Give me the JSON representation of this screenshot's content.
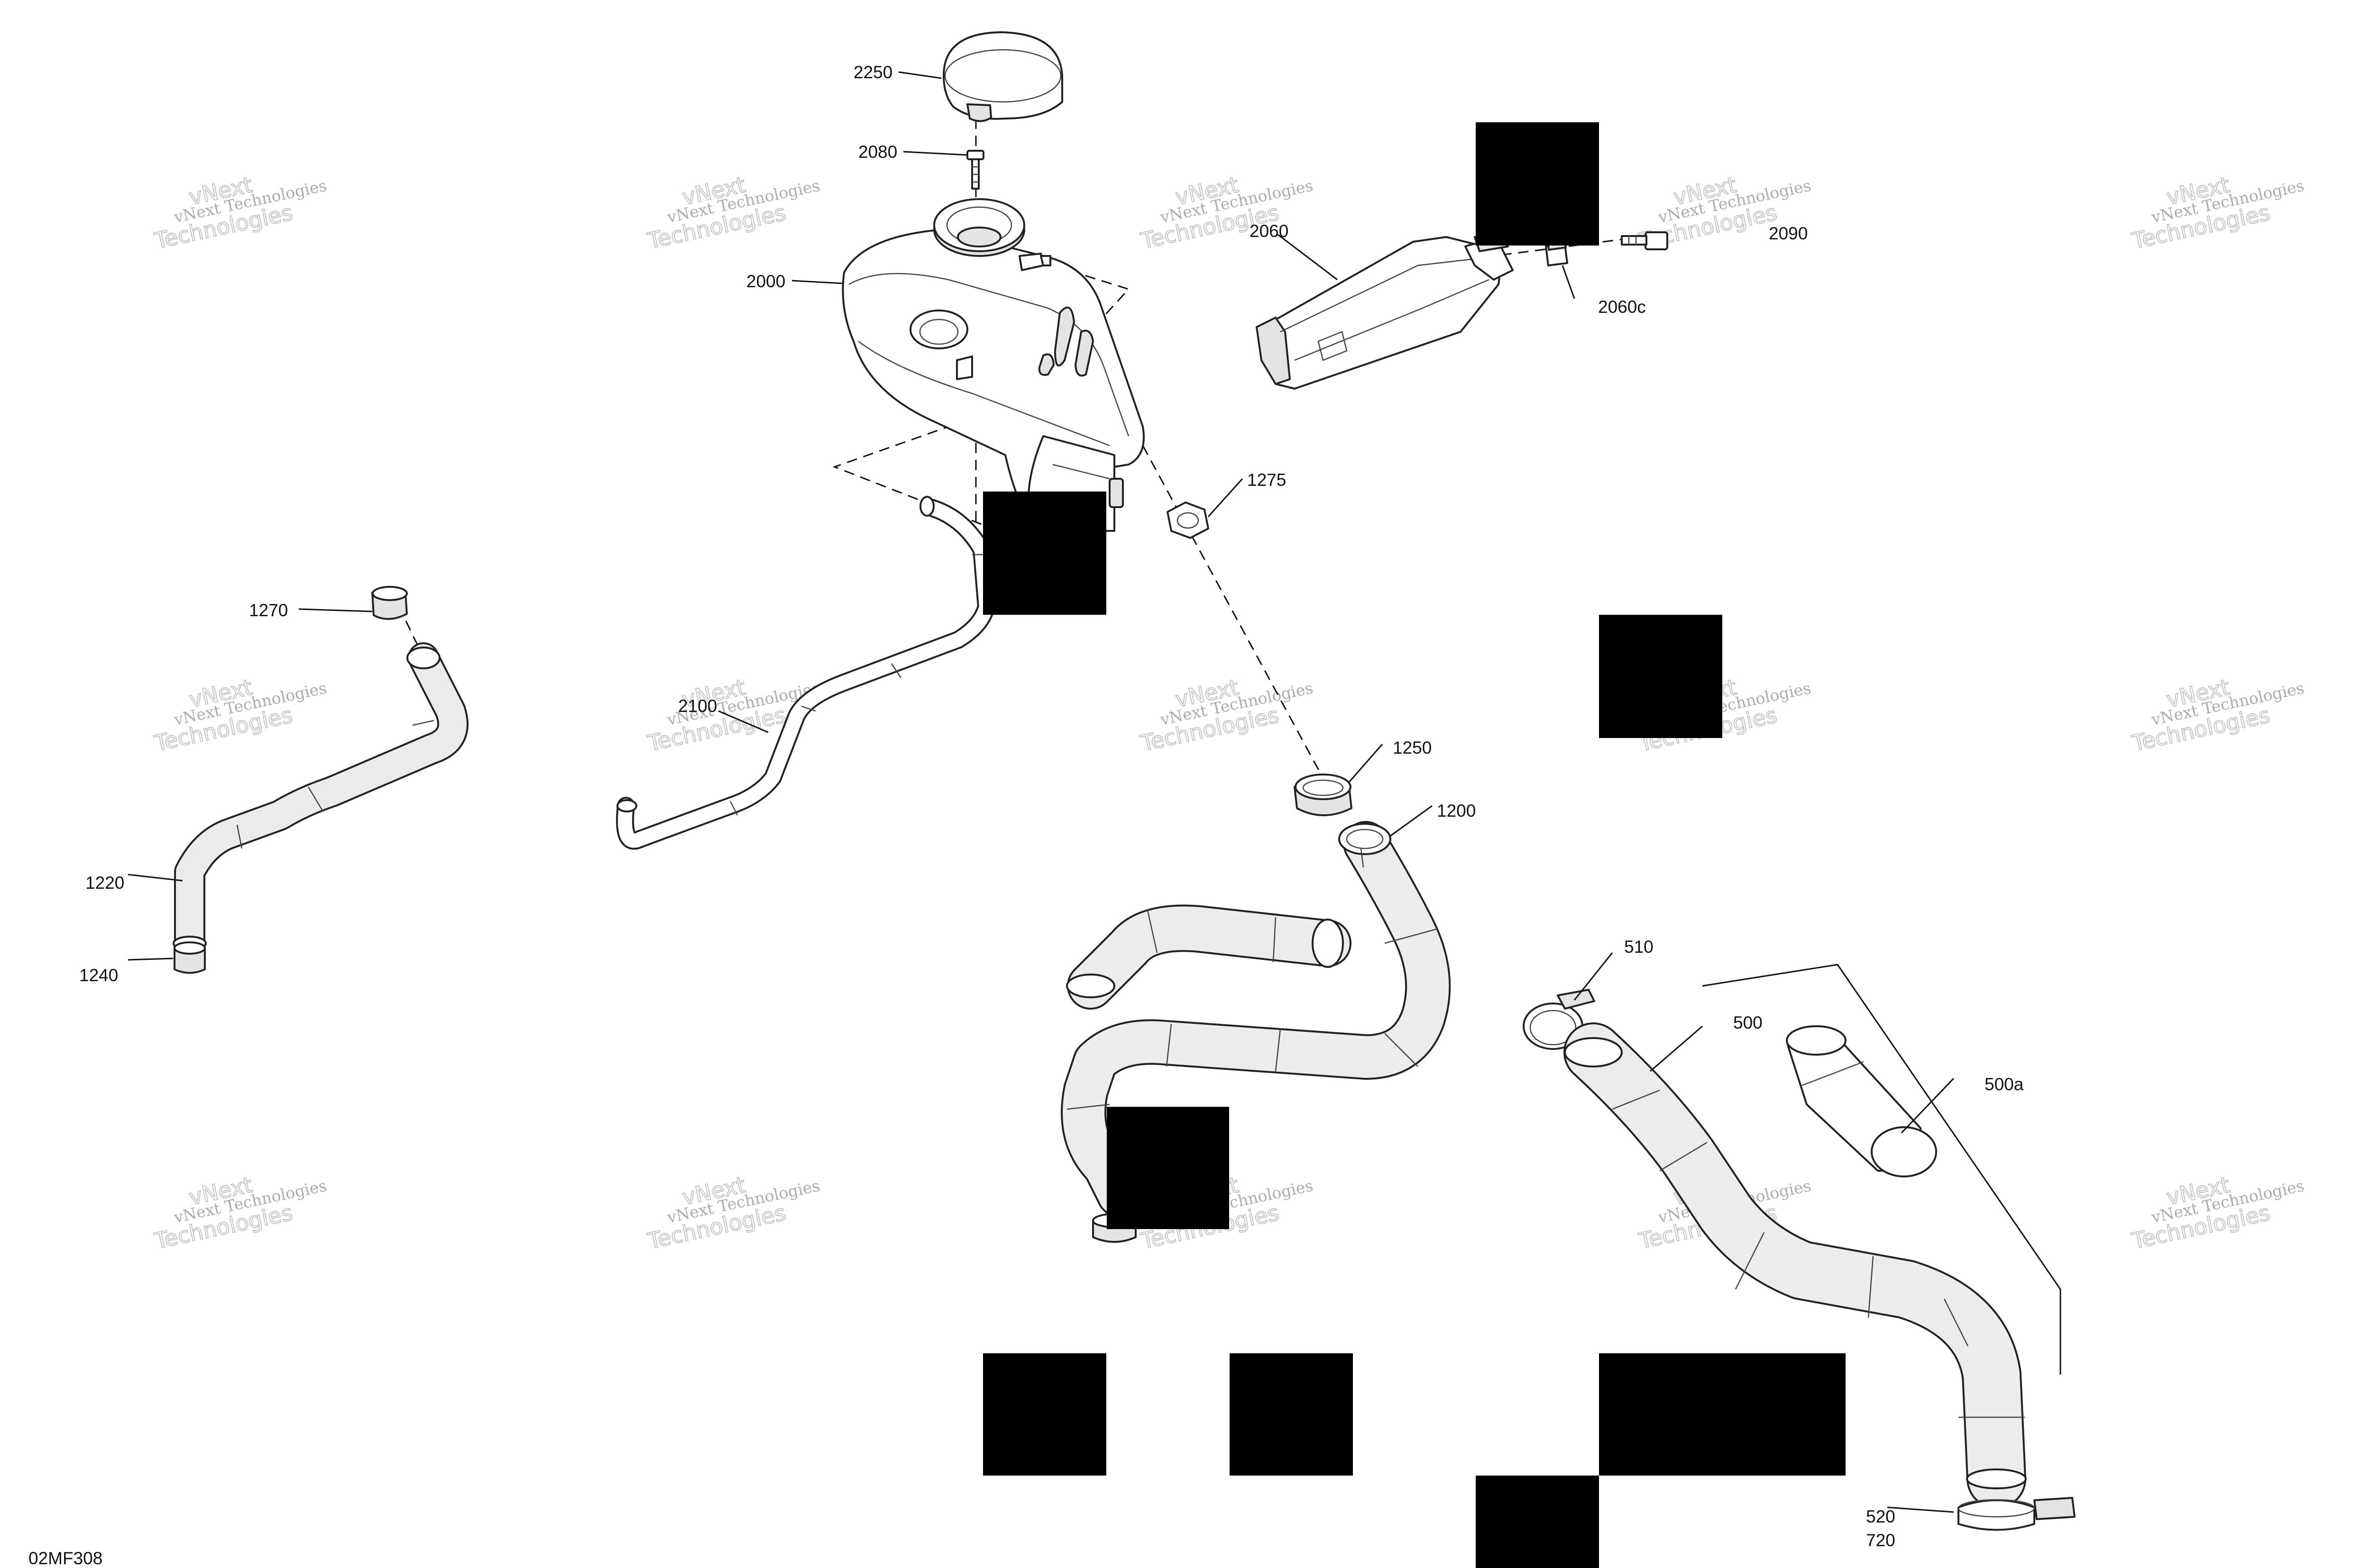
{
  "diagram": {
    "figure_code": "02MF308",
    "watermark": {
      "line1": "vNext Technologies",
      "line2": "vNext",
      "line3": "Technologies"
    },
    "callouts": {
      "c2250": "2250",
      "c2080": "2080",
      "c2000": "2000",
      "c2060": "2060",
      "c2090": "2090",
      "c2060c": "2060c",
      "c1275": "1275",
      "c1270": "1270",
      "c2100": "2100",
      "c1250": "1250",
      "c1200": "1200",
      "c1220": "1220",
      "c1240": "1240",
      "c510": "510",
      "c500": "500",
      "c500a": "500a",
      "c520": "520",
      "c720": "720"
    },
    "colors": {
      "line": "#222222",
      "hose_fill": "#e6e6e6",
      "background": "#ffffff",
      "redaction": "#000000"
    }
  }
}
